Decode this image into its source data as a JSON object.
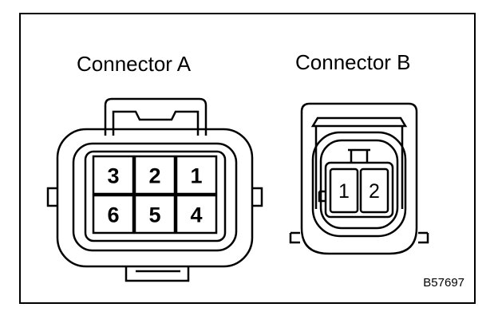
{
  "connector_a": {
    "title": "Connector A",
    "pins": [
      "3",
      "2",
      "1",
      "6",
      "5",
      "4"
    ]
  },
  "connector_b": {
    "title": "Connector B",
    "pins": [
      "1",
      "2"
    ]
  },
  "figure_code": "B57697"
}
